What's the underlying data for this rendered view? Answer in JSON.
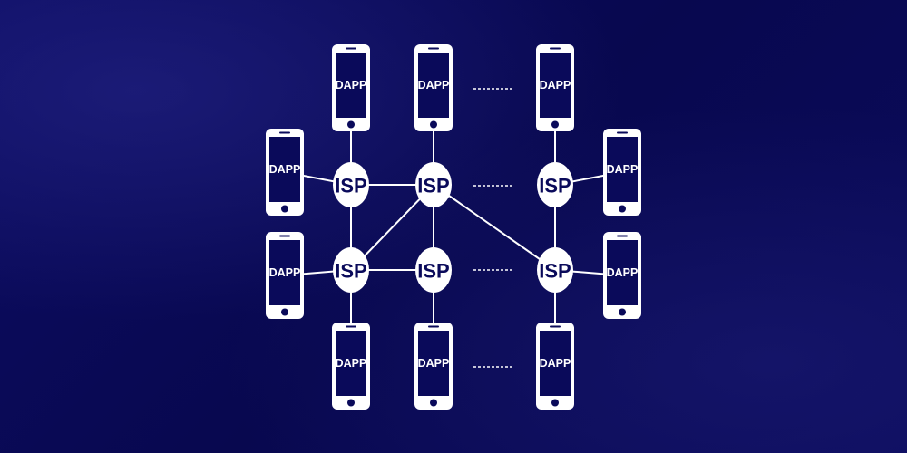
{
  "diagram": {
    "colors": {
      "background": "#0a0a5a",
      "foreground": "#ffffff",
      "label": "#0a0a5a"
    },
    "dapp_label": "DAPP",
    "isp_label": "ISP",
    "phones": [
      {
        "id": "phone-top-1",
        "label": "DAPP"
      },
      {
        "id": "phone-top-2",
        "label": "DAPP"
      },
      {
        "id": "phone-top-3",
        "label": "DAPP"
      },
      {
        "id": "phone-left-1",
        "label": "DAPP"
      },
      {
        "id": "phone-left-2",
        "label": "DAPP"
      },
      {
        "id": "phone-right-1",
        "label": "DAPP"
      },
      {
        "id": "phone-right-2",
        "label": "DAPP"
      },
      {
        "id": "phone-bottom-1",
        "label": "DAPP"
      },
      {
        "id": "phone-bottom-2",
        "label": "DAPP"
      },
      {
        "id": "phone-bottom-3",
        "label": "DAPP"
      }
    ],
    "isps": [
      {
        "id": "isp-r1-c1",
        "label": "ISP"
      },
      {
        "id": "isp-r1-c2",
        "label": "ISP"
      },
      {
        "id": "isp-r1-c3",
        "label": "ISP"
      },
      {
        "id": "isp-r2-c1",
        "label": "ISP"
      },
      {
        "id": "isp-r2-c2",
        "label": "ISP"
      },
      {
        "id": "isp-r2-c3",
        "label": "ISP"
      }
    ]
  }
}
